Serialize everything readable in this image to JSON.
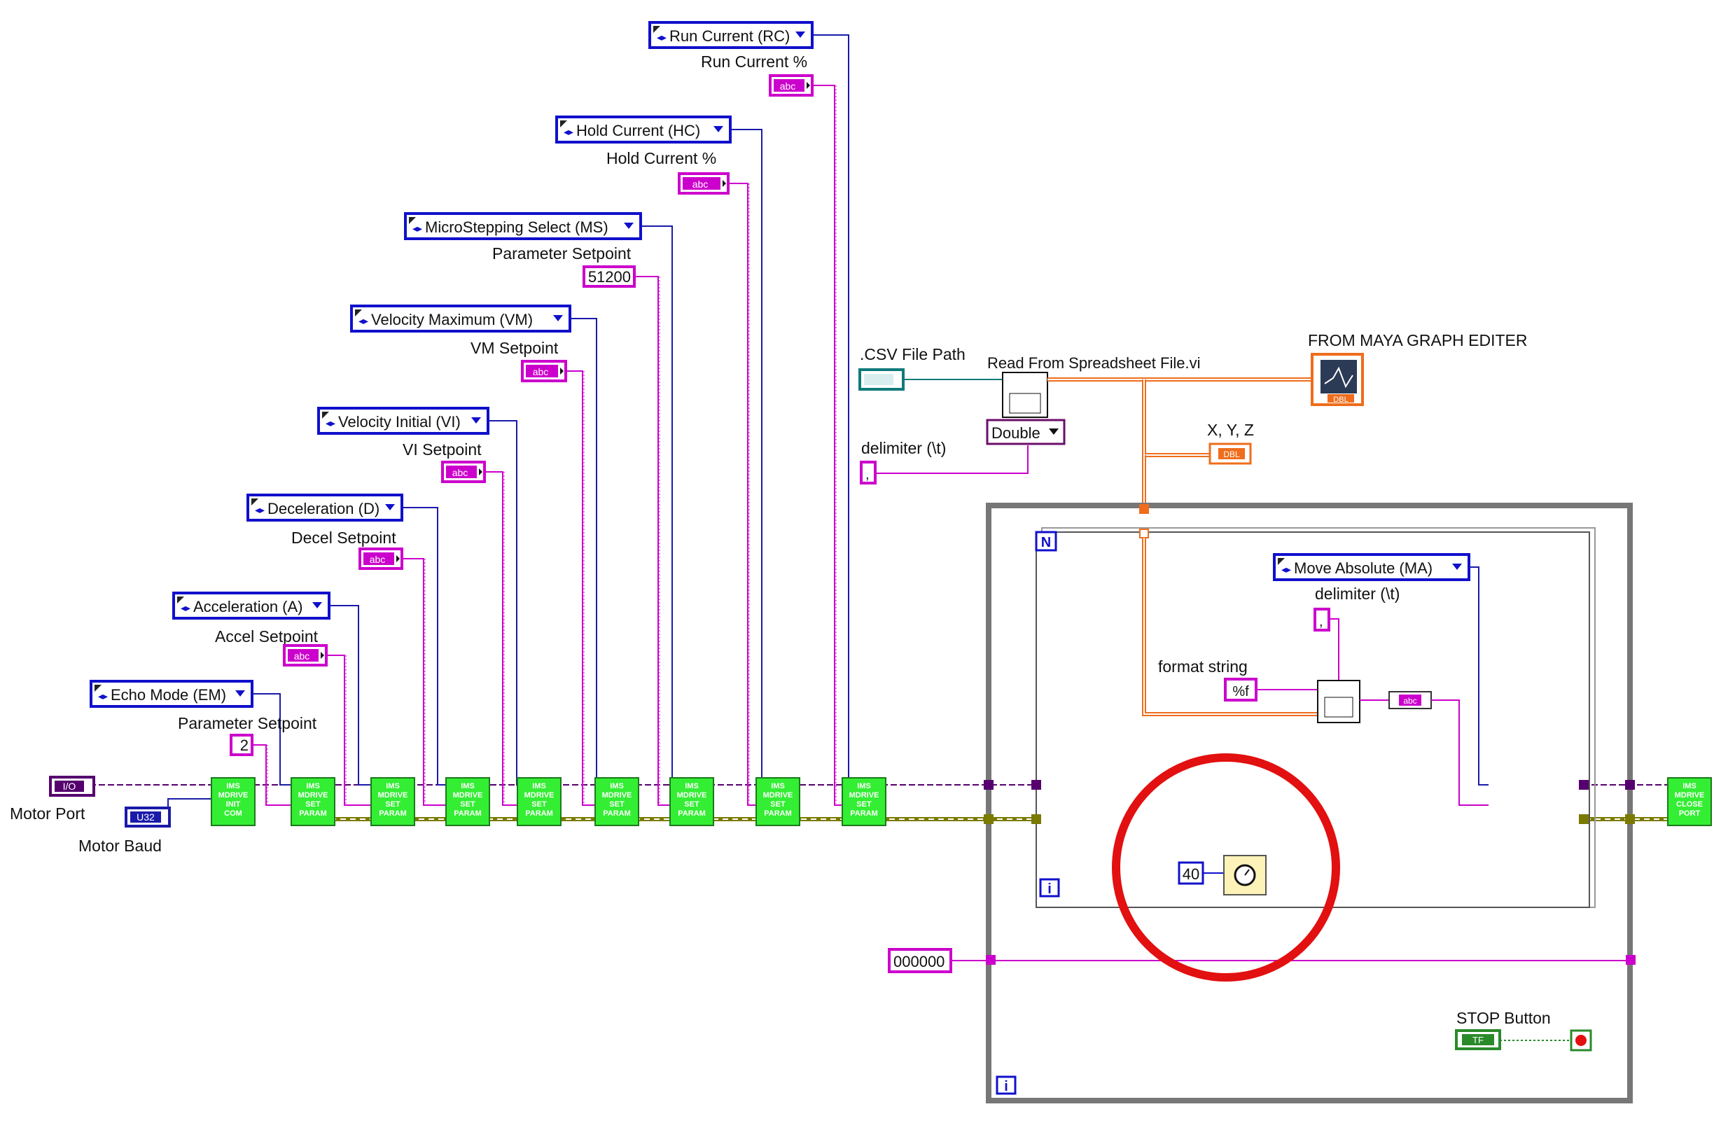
{
  "ring_color": "#e21010",
  "colors": {
    "string_wire": "#cc00cc",
    "refnum_wire": "#55006e",
    "error_wire": "#7a7a00",
    "numeric_wire": "#ef6d1c",
    "path_wire": "#0f7a7a",
    "subvi_fill": "#33ee33",
    "enum_border": "#1010cc",
    "frame": "#777777"
  },
  "controls": {
    "run_current": "Run Current (RC)",
    "run_current_pct": "Run Current %",
    "hold_current": "Hold Current (HC)",
    "hold_current_pct": "Hold Current %",
    "microstep": "MicroStepping Select (MS)",
    "param_setpoint_ms": "Parameter Setpoint",
    "ms_value": "51200",
    "vel_max": "Velocity Maximum (VM)",
    "vm_setpoint": "VM Setpoint",
    "vel_initial": "Velocity Initial (VI)",
    "vi_setpoint": "VI Setpoint",
    "decel": "Deceleration (D)",
    "decel_setpoint": "Decel Setpoint",
    "accel": "Acceleration (A)",
    "accel_setpoint": "Accel Setpoint",
    "echo": "Echo Mode (EM)",
    "param_setpoint_em": "Parameter Setpoint",
    "em_value": "2",
    "motor_port": "Motor Port",
    "motor_baud": "Motor Baud",
    "io_tag": "I/O",
    "u32_tag": "U32",
    "abc_tag": "abc",
    "dbl_tag": "DBL",
    "tf_tag": "TF",
    "csv_path": ".CSV File Path",
    "read_spreadsheet": "Read From Spreadsheet File.vi",
    "double_select": "Double",
    "delimiter": "delimiter (\\t)",
    "delimiter_value": ",",
    "maya_graph": "FROM MAYA GRAPH EDITER",
    "xyz": "X, Y, Z",
    "move_absolute": "Move Absolute (MA)",
    "delimiter_inner": "delimiter (\\t)",
    "format_string": "format string",
    "format_value": "%f",
    "wait_ms": "40",
    "string_const": "000000",
    "stop_button": "STOP Button",
    "loop_count": "N",
    "loop_iter": "i"
  },
  "subvis": {
    "init": [
      "IMS",
      "MDRIVE",
      "INIT",
      "COM"
    ],
    "set": [
      "IMS",
      "MDRIVE",
      "SET",
      "PARAM"
    ],
    "close": [
      "IMS",
      "MDRIVE",
      "CLOSE",
      "PORT"
    ]
  }
}
